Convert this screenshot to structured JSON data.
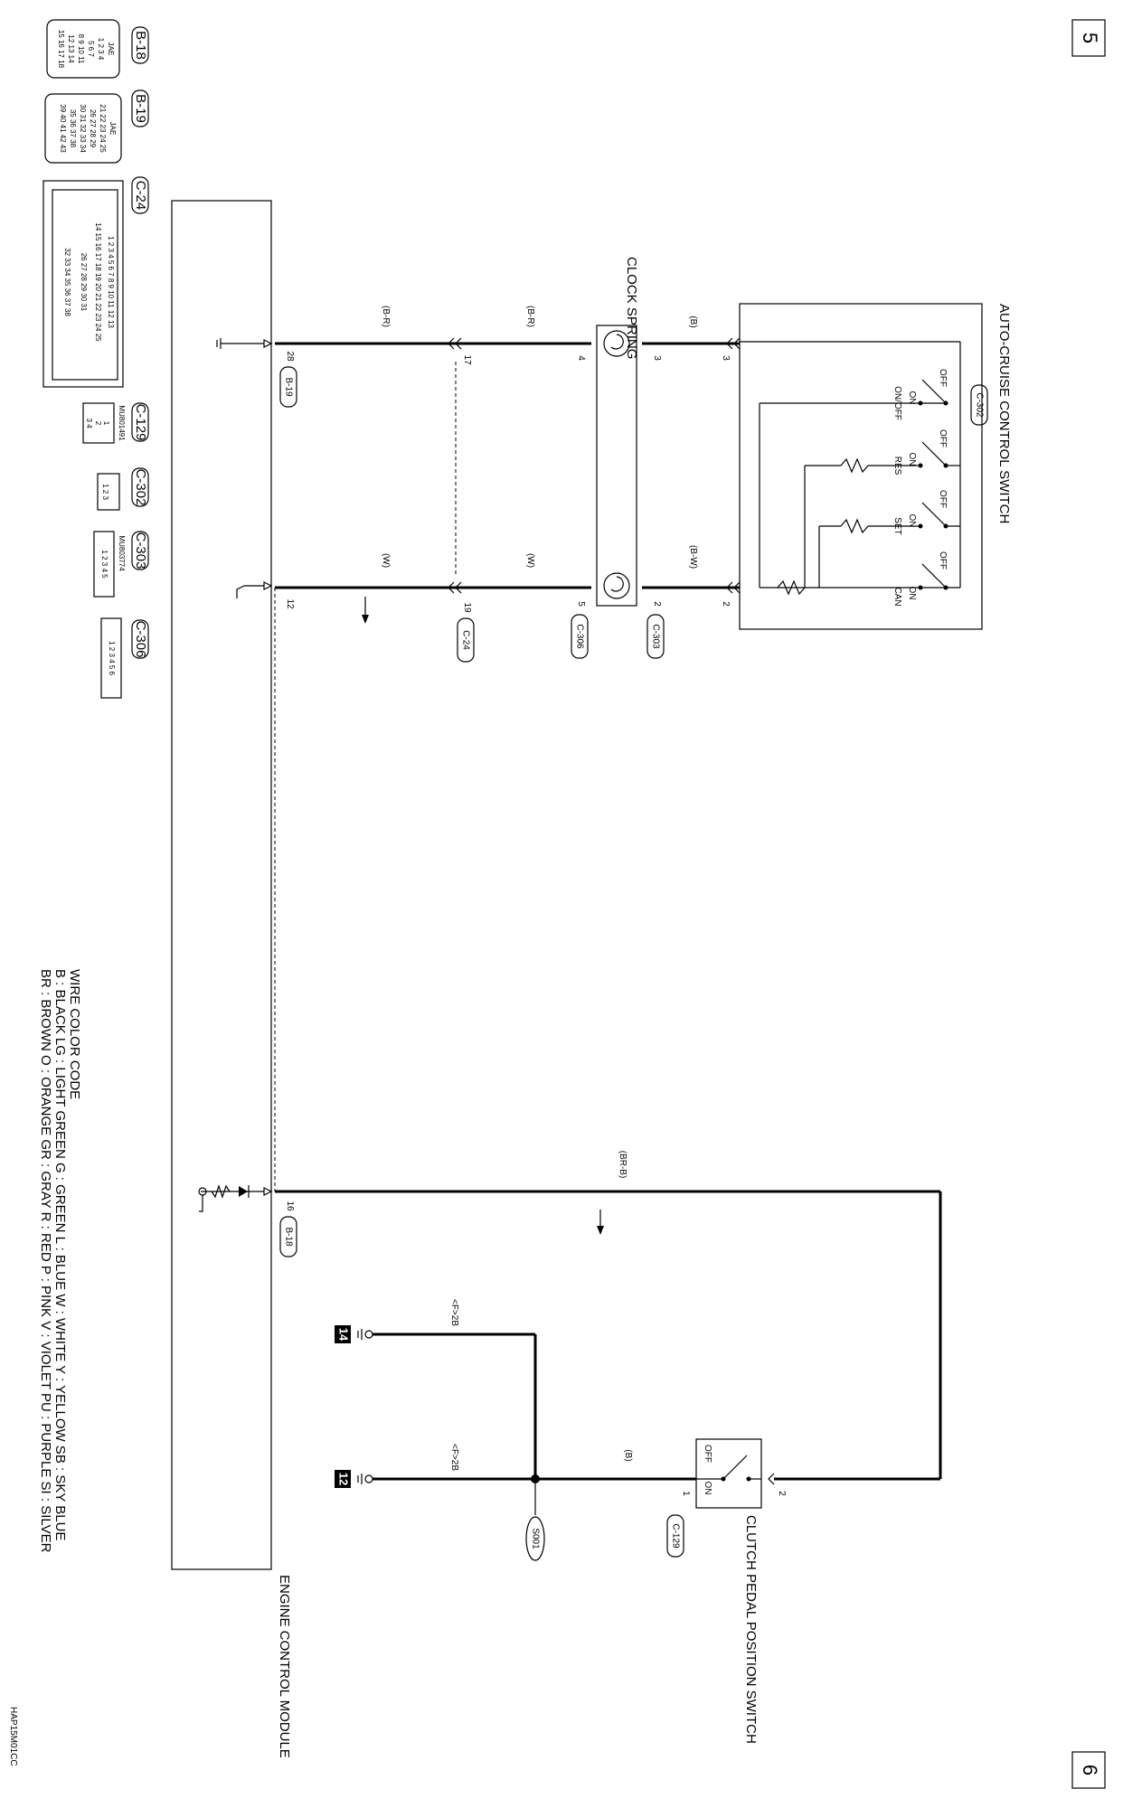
{
  "page_markers": {
    "top": "5",
    "bottom": "6"
  },
  "components": {
    "auto_cruise_switch": {
      "name": "AUTO-CRUISE CONTROL SWITCH",
      "connector": "C-302",
      "states": {
        "off": "OFF",
        "on": "ON"
      },
      "functions": [
        "ON/OFF",
        "RES",
        "SET",
        "CAN"
      ]
    },
    "clock_spring": {
      "name": "CLOCK SPRING"
    },
    "ecm": {
      "name": "ENGINE CONTROL MODULE"
    },
    "clutch_switch": {
      "name": "CLUTCH PEDAL POSITION SWITCH",
      "connector": "C-129",
      "off": "OFF",
      "on": "ON",
      "pin_1": "1",
      "pin_2": "2"
    }
  },
  "circuits": {
    "a": {
      "wire_switch": "(B)",
      "wire_mid": "(B-R)",
      "wire_ecm": "(B-R)",
      "pin_switch": "3",
      "pin_cs_top": "3",
      "pin_cs_bot": "4",
      "pin_joint": "17",
      "pin_ecm": "28",
      "ecm_conn": "B-19"
    },
    "b": {
      "wire_switch": "(B-W)",
      "wire_mid": "(W)",
      "wire_ecm": "(W)",
      "pin_switch": "2",
      "pin_cs_top": "2",
      "pin_cs_bot": "5",
      "pin_joint": "19",
      "pin_ecm": "12",
      "conn_cs_top": "C-303",
      "conn_cs_bot": "C-306",
      "conn_joint": "C-24",
      "ecm_conn": ""
    },
    "c": {
      "wire": "(BR-B)",
      "pin_ecm": "16",
      "ecm_conn": "B-18"
    },
    "ground": {
      "wire": "(B)",
      "splice": "S001",
      "label_1": "<F>2B",
      "label_2": "<F>2B",
      "gnd_1": "14",
      "gnd_2": "12"
    }
  },
  "connector_views": [
    {
      "id": "B-18",
      "maker": "JAE",
      "rows": [
        "1 2 3 4",
        "5 6 7",
        "8 9 10 11",
        "12 13 14",
        "15 16 17 18"
      ]
    },
    {
      "id": "B-19",
      "maker": "JAE",
      "rows": [
        "21 22 23 24 25",
        "26 27 28 29",
        "30 31 32 33 34",
        "35 36 37 38",
        "39 40 41 42 43"
      ]
    },
    {
      "id": "C-24",
      "maker": "",
      "rows": [
        "1 2 3 4 5 6 7 8 9 10 11 12 13",
        "14 15 16 17 18 19 20 21 22 23 24 25",
        "26 27 28 29 30 31",
        "32 33 34 35 36 37 38"
      ]
    },
    {
      "id": "C-129",
      "maker": "MU801491",
      "rows": [
        "1",
        "2",
        "3 4"
      ]
    },
    {
      "id": "C-302",
      "maker": "",
      "rows": [
        "1 2 3"
      ]
    },
    {
      "id": "C-303",
      "maker": "MU803774",
      "rows": [
        "1 2 3 4 5"
      ]
    },
    {
      "id": "C-306",
      "maker": "",
      "rows": [
        "1 2 3 4 5 6"
      ]
    }
  ],
  "wire_color_code": {
    "title": "WIRE COLOR CODE",
    "line_1": "B : BLACK   LG : LIGHT GREEN   G : GREEN   L : BLUE   W : WHITE   Y : YELLOW   SB : SKY BLUE",
    "line_2": "BR : BROWN   O : ORANGE   GR : GRAY   R : RED   P : PINK   V : VIOLET   PU : PURPLE   SI : SILVER"
  },
  "figure_code": "HAP15M01CC"
}
